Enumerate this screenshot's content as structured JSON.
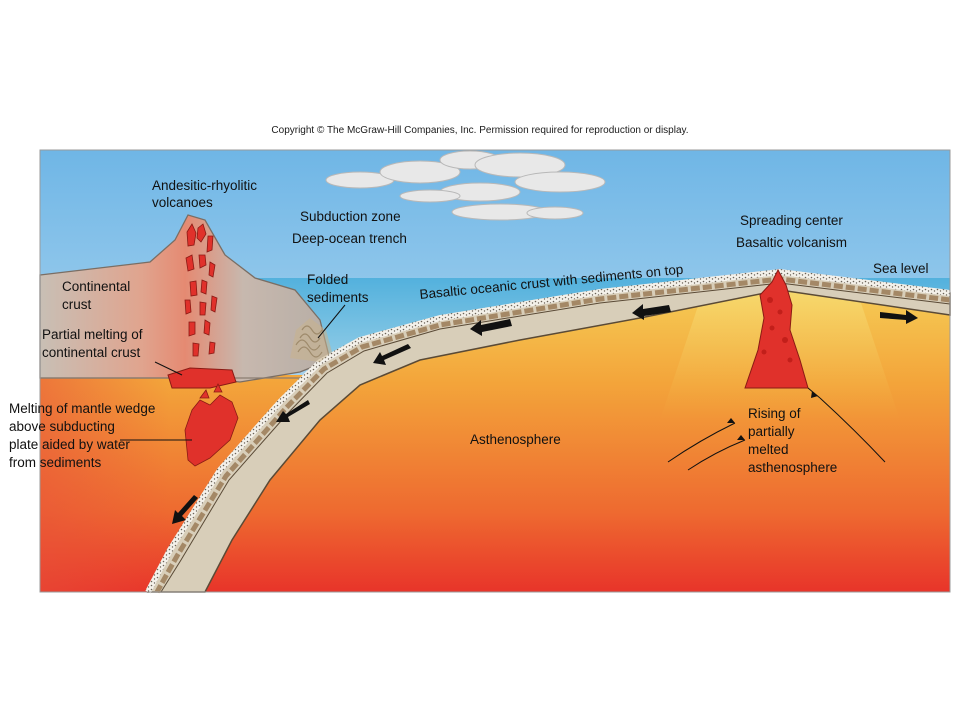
{
  "copyright": "Copyright © The McGraw-Hill Companies, Inc. Permission required for reproduction or display.",
  "labels": {
    "volcanoes_1": "Andesitic-rhyolitic",
    "volcanoes_2": "volcanoes",
    "subduction_zone": "Subduction zone",
    "trench": "Deep-ocean trench",
    "spreading_center": "Spreading center",
    "basaltic_volcanism": "Basaltic volcanism",
    "sea_level": "Sea level",
    "continental_1": "Continental",
    "continental_2": "crust",
    "folded_1": "Folded",
    "folded_2": "sediments",
    "oceanic_crust": "Basaltic oceanic crust with sediments on top",
    "partial_1": "Partial melting of",
    "partial_2": "continental crust",
    "mantle_1": "Melting of mantle wedge",
    "mantle_2": "above subducting",
    "mantle_3": "plate aided by water",
    "mantle_4": "from sediments",
    "asthenosphere": "Asthenosphere",
    "rising_1": "Rising of",
    "rising_2": "partially",
    "rising_3": "melted",
    "rising_4": "asthenosphere"
  },
  "colors": {
    "sky_top": "#6fb6e6",
    "sky_bottom": "#d9ecf6",
    "ocean": "#5fb8e0",
    "plate": "#d6cbb8",
    "plate_edge": "#6b5a44",
    "magma": "#e0312b",
    "asthenosphere_top": "#f4c64a",
    "asthenosphere_bottom": "#e8342a",
    "continent": "#bcb3a8"
  },
  "icons": [
    "cloud-icon",
    "arrow-icon"
  ]
}
